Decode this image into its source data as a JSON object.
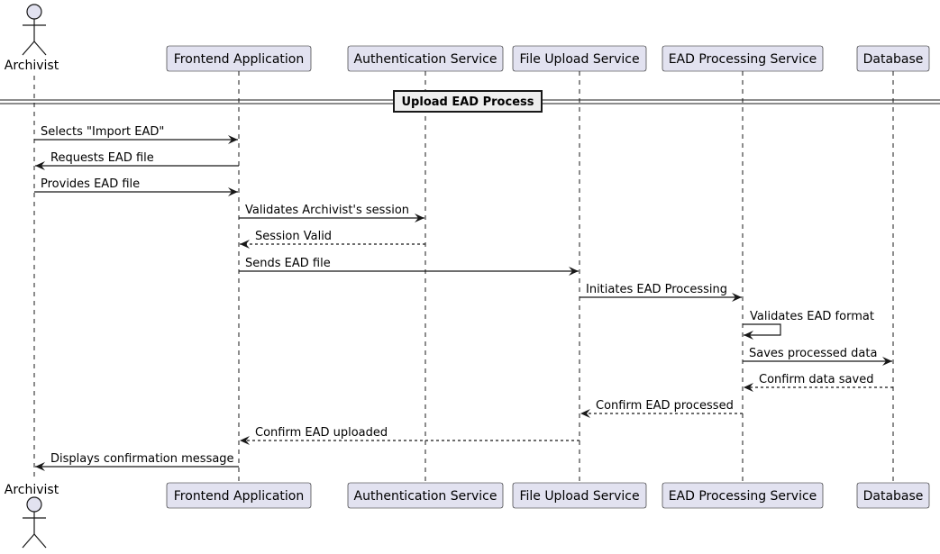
{
  "diagram": {
    "type": "sequence",
    "colors": {
      "participant_fill": "#E2E2F0",
      "participant_stroke": "#181818",
      "lifeline": "#181818",
      "arrow": "#181818",
      "divider_fill": "#EEEEEE"
    },
    "participants": [
      {
        "id": "archivist",
        "label": "Archivist",
        "kind": "actor"
      },
      {
        "id": "frontend",
        "label": "Frontend Application",
        "kind": "participant"
      },
      {
        "id": "auth",
        "label": "Authentication Service",
        "kind": "participant"
      },
      {
        "id": "upload",
        "label": "File Upload Service",
        "kind": "participant"
      },
      {
        "id": "ead",
        "label": "EAD Processing Service",
        "kind": "participant"
      },
      {
        "id": "db",
        "label": "Database",
        "kind": "participant"
      }
    ],
    "divider": {
      "label": "Upload EAD Process"
    },
    "messages": [
      {
        "from": "archivist",
        "to": "frontend",
        "label": "Selects \"Import EAD\"",
        "style": "solid"
      },
      {
        "from": "frontend",
        "to": "archivist",
        "label": "Requests EAD file",
        "style": "solid"
      },
      {
        "from": "archivist",
        "to": "frontend",
        "label": "Provides EAD file",
        "style": "solid"
      },
      {
        "from": "frontend",
        "to": "auth",
        "label": "Validates Archivist's session",
        "style": "solid"
      },
      {
        "from": "auth",
        "to": "frontend",
        "label": "Session Valid",
        "style": "dashed"
      },
      {
        "from": "frontend",
        "to": "upload",
        "label": "Sends EAD file",
        "style": "solid"
      },
      {
        "from": "upload",
        "to": "ead",
        "label": "Initiates EAD Processing",
        "style": "solid"
      },
      {
        "from": "ead",
        "to": "ead",
        "label": "Validates EAD format",
        "style": "solid"
      },
      {
        "from": "ead",
        "to": "db",
        "label": "Saves processed data",
        "style": "solid"
      },
      {
        "from": "db",
        "to": "ead",
        "label": "Confirm data saved",
        "style": "dashed"
      },
      {
        "from": "ead",
        "to": "upload",
        "label": "Confirm EAD processed",
        "style": "dashed"
      },
      {
        "from": "upload",
        "to": "frontend",
        "label": "Confirm EAD uploaded",
        "style": "dashed"
      },
      {
        "from": "frontend",
        "to": "archivist",
        "label": "Displays confirmation message",
        "style": "solid"
      }
    ]
  }
}
